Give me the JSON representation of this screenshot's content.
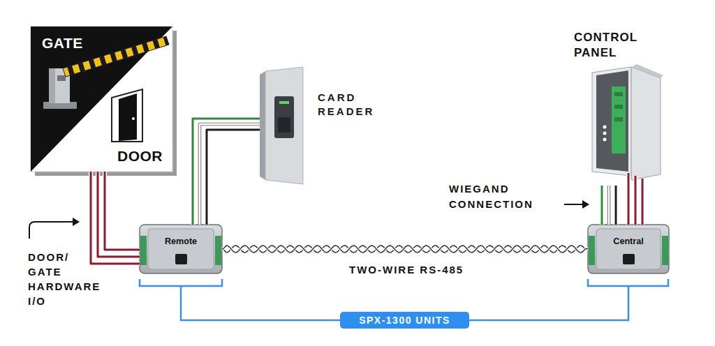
{
  "diagram": {
    "nodes": [
      {
        "text": [
          "GATE",
          "DOOR"
        ]
      },
      {
        "text": [
          "CARD READER"
        ]
      },
      {
        "text": [
          "CONTROL PANEL"
        ]
      },
      {
        "text": [
          "Remote"
        ]
      },
      {
        "text": [
          "Central"
        ]
      }
    ],
    "edges": [
      {
        "from": 0,
        "to": 3,
        "arrow": "none"
      },
      {
        "from": 1,
        "to": 3,
        "arrow": "none"
      },
      {
        "from": 3,
        "to": 4,
        "label": "TWO-WIRE RS-485",
        "arrow": "none"
      },
      {
        "from": 4,
        "to": 2,
        "arrow": "none"
      }
    ],
    "labels": [
      "DOOR/ GATE HARDWARE I/O",
      "WIEGAND CONNECTION",
      "SPX-1300 UNITS"
    ]
  }
}
